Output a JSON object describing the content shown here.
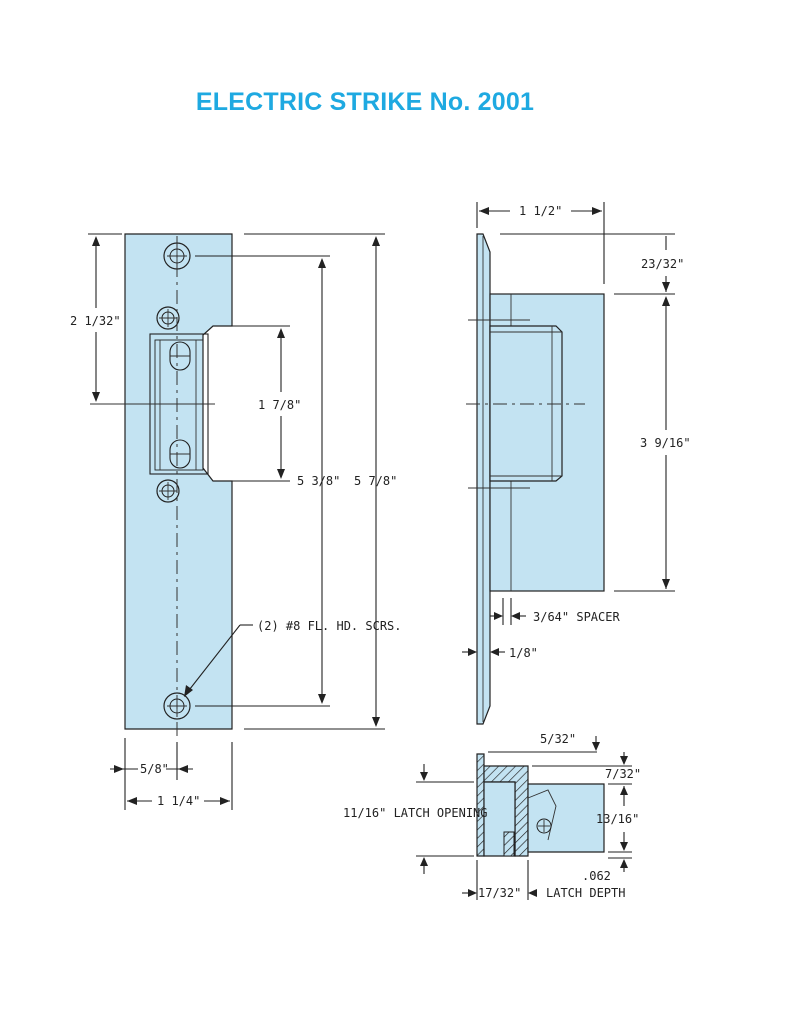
{
  "title": "ELECTRIC STRIKE No. 2001",
  "colors": {
    "title": "#1ea9e1",
    "part_fill": "#c3e3f2",
    "line": "#222222"
  },
  "front_view": {
    "dim_overall_height": "5 7/8\"",
    "dim_hole_spacing": "5 3/8\"",
    "dim_top_to_center": "2 1/32\"",
    "dim_opening": "1 7/8\"",
    "dim_edge_to_center": "5/8\"",
    "dim_width": "1 1/4\"",
    "screw_note": "(2) #8 FL. HD. SCRS."
  },
  "side_view": {
    "dim_depth": "1 1/2\"",
    "dim_top_offset": "23/32\"",
    "dim_body_height": "3 9/16\"",
    "dim_spacer": "3/64\" SPACER",
    "dim_plate": "1/8\""
  },
  "section_view": {
    "dim_top": "5/32\"",
    "dim_upper": "7/32\"",
    "dim_latch_opening": "11/16\" LATCH OPENING",
    "dim_height": "13/16\"",
    "dim_gap": ".062",
    "dim_latch_depth": "17/32\"",
    "label_latch_depth": "LATCH DEPTH"
  }
}
